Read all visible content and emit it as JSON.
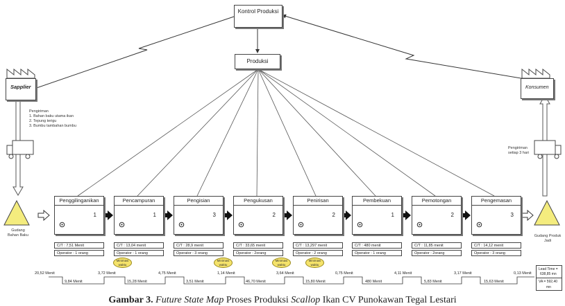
{
  "control": {
    "title": "Kontrol Produksi"
  },
  "production": {
    "title": "Produksi"
  },
  "supplier": {
    "title": "Sapplier"
  },
  "customer": {
    "title": "Konsumen"
  },
  "supplier_note": {
    "l1": "Pengiriman",
    "l2": "1. Bahan baku utama ikan",
    "l3": "2. Tepung terigu",
    "l4": "3. Bumbu tambahan bumbu"
  },
  "customer_note": {
    "l1": "Pengiriman",
    "l2": "setiap 3 hari"
  },
  "raw_storage": {
    "l1": "Gudang",
    "l2": "Bahan Baku"
  },
  "fg_storage": {
    "l1": "Gudang Produk",
    "l2": "Jadi"
  },
  "processes": [
    {
      "name": "Penggilinganikan",
      "num": "1",
      "ct": "C/T : 7,51 Menit",
      "op": "Operator : 1 orang"
    },
    {
      "name": "Pencampuran",
      "num": "1",
      "ct": "C/T : 13,04 menit",
      "op": "Operator : 1 orang"
    },
    {
      "name": "Pengisian",
      "num": "3",
      "ct": "C/T : 28,9 menit",
      "op": "Operator : 3 orang"
    },
    {
      "name": "Pengukusan",
      "num": "2",
      "ct": "C/T : 33,65 menit",
      "op": "Operator : 2orang"
    },
    {
      "name": "Penirisan",
      "num": "2",
      "ct": "C/T : 13,297 menit",
      "op": "Operator : 2 orang"
    },
    {
      "name": "Pembekuan",
      "num": "1",
      "ct": "C/T : 480 menit",
      "op": "Operator : 1 orang"
    },
    {
      "name": "Pemotongan",
      "num": "2",
      "ct": "C/T : 11,85 menit",
      "op": "Operator : 2orang"
    },
    {
      "name": "Pengemasan",
      "num": "3",
      "ct": "C/T : 14,12 menit",
      "op": "Operator : 3 orang"
    }
  ],
  "kaizen_label": {
    "l1": "Minimasi",
    "l2": "waktu"
  },
  "timeline": {
    "upper": [
      "20,52 Menit",
      "3,72 Menit",
      "4,75 Menit",
      "1,14 Menit",
      "3,64 Menit",
      "0,75 Menit",
      "4,11 Menit",
      "3,17 Menit",
      "0,13 Menit"
    ],
    "lower": [
      "9,84 Menit",
      "15,28 Menit",
      "3,51 Menit",
      "46,70 Menit",
      "15,80 Menit",
      "480 Menit",
      "5,83 Menit",
      "15,63 Menit"
    ]
  },
  "summary": {
    "lead": "Lead Time =",
    "lead_val": "638,85 mn",
    "va": "VA = 592,40",
    "va_unit": "mn"
  },
  "caption": {
    "prefix": "Gambar 3.",
    "italic1": "Future State Map",
    "mid": " Proses Produksi ",
    "italic2": "Scallop",
    "suffix": " Ikan CV Punokawan Tegal Lestari"
  },
  "colors": {
    "kaizen": "#f5e36b",
    "storage": "#f4ec7e",
    "line": "#333333"
  }
}
